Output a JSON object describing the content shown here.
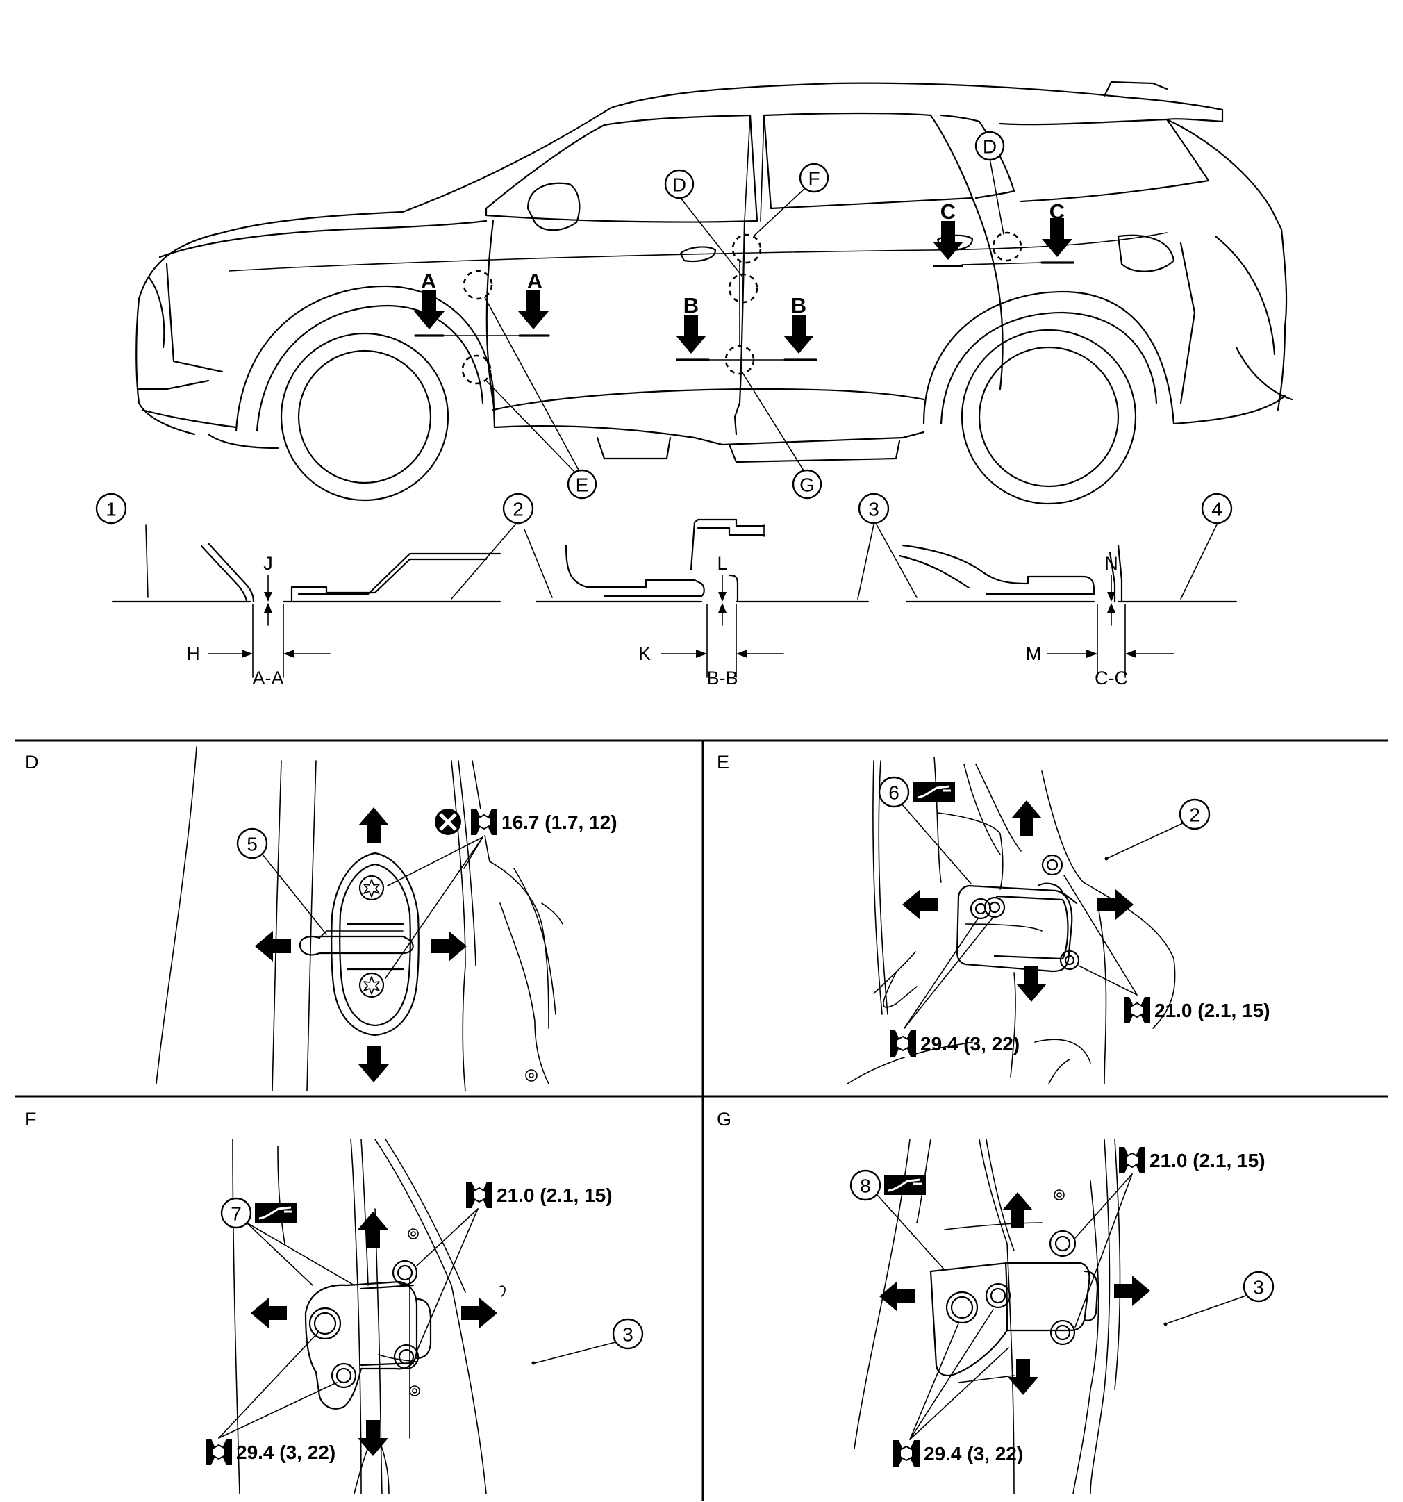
{
  "callouts": [
    "1",
    "2",
    "3",
    "4",
    "5",
    "6",
    "7",
    "8"
  ],
  "view_letters": {
    "d1": "D",
    "d2": "D",
    "e": "E",
    "f": "F",
    "g": "G"
  },
  "section_markers": {
    "a": "A",
    "b": "B",
    "c": "C"
  },
  "sections": {
    "aa": {
      "gap": "J",
      "clearance": "H",
      "name": "A-A"
    },
    "bb": {
      "gap": "L",
      "clearance": "K",
      "name": "B-B"
    },
    "cc": {
      "gap": "N",
      "clearance": "M",
      "name": "C-C"
    }
  },
  "panels": {
    "d": {
      "label": "D",
      "torque": "16.7 (1.7, 12)"
    },
    "e": {
      "label": "E",
      "torque_upper": "21.0 (2.1, 15)",
      "torque_lower": "29.4 (3, 22)"
    },
    "f": {
      "label": "F",
      "torque_upper": "21.0 (2.1, 15)",
      "torque_lower": "29.4 (3, 22)"
    },
    "g": {
      "label": "G",
      "torque_upper": "21.0 (2.1, 15)",
      "torque_lower": "29.4 (3, 22)"
    }
  },
  "icons": [
    "wrench-torque-icon",
    "do-not-reuse-icon",
    "grease-apply-icon",
    "direction-arrow-icon"
  ]
}
